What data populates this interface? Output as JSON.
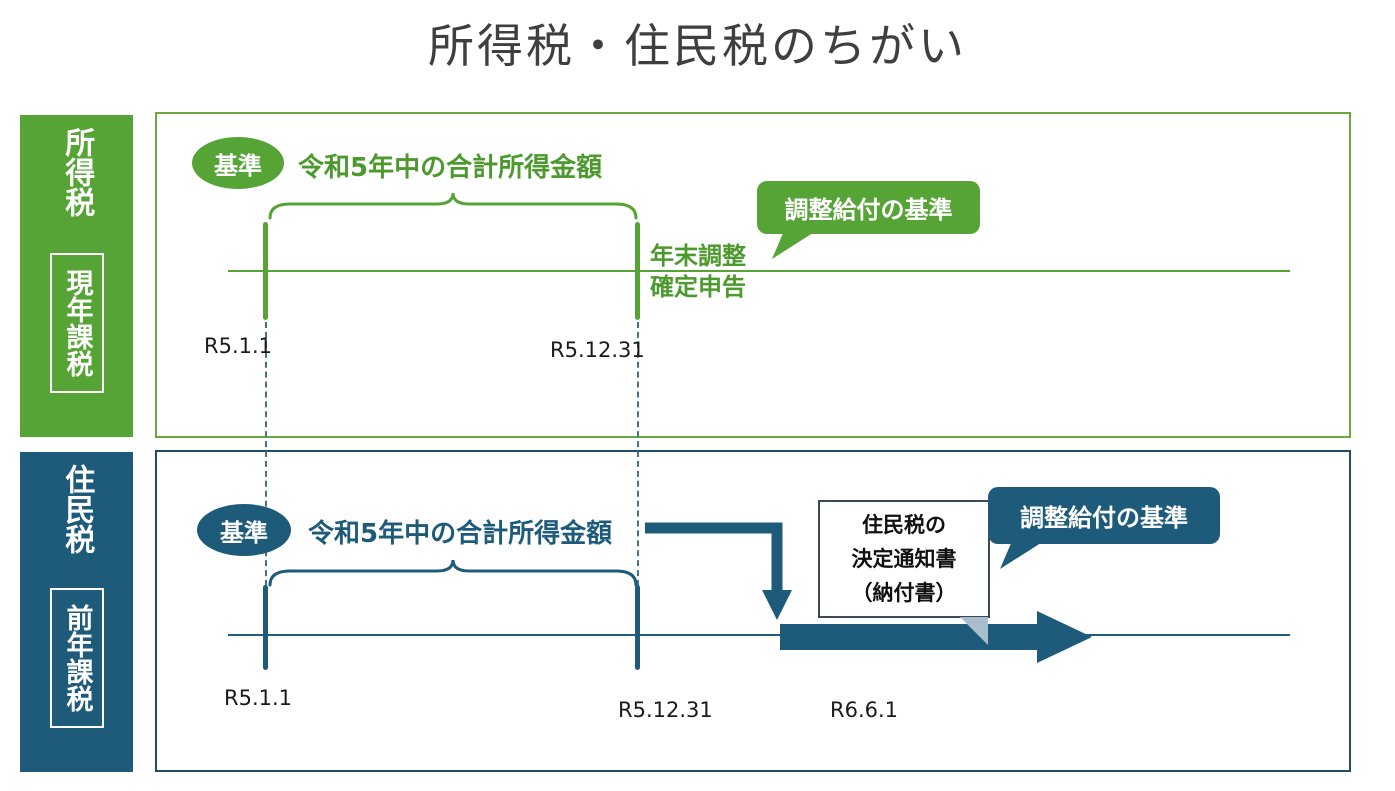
{
  "title": "所得税・住民税のちがい",
  "colors": {
    "income_green": "#56A436",
    "resident_teal": "#1E5B7B",
    "dashed_connector": "#47708A"
  },
  "income_tax": {
    "sidebar_label": "所得税",
    "taxation_type": "現年課税",
    "basis_badge": "基準",
    "basis_text": "令和5年中の合計所得金額",
    "callout": "調整給付の基準",
    "note_line1": "年末調整",
    "note_line2": "確定申告",
    "date_start": "R5.1.1",
    "date_end": "R5.12.31"
  },
  "resident_tax": {
    "sidebar_label": "住民税",
    "taxation_type": "前年課税",
    "basis_badge": "基準",
    "basis_text": "令和5年中の合計所得金額",
    "callout": "調整給付の基準",
    "notice_line1": "住民税の",
    "notice_line2": "決定通知書",
    "notice_line3": "（納付書）",
    "date_start": "R5.1.1",
    "date_end": "R5.12.31",
    "date_event": "R6.6.1"
  }
}
